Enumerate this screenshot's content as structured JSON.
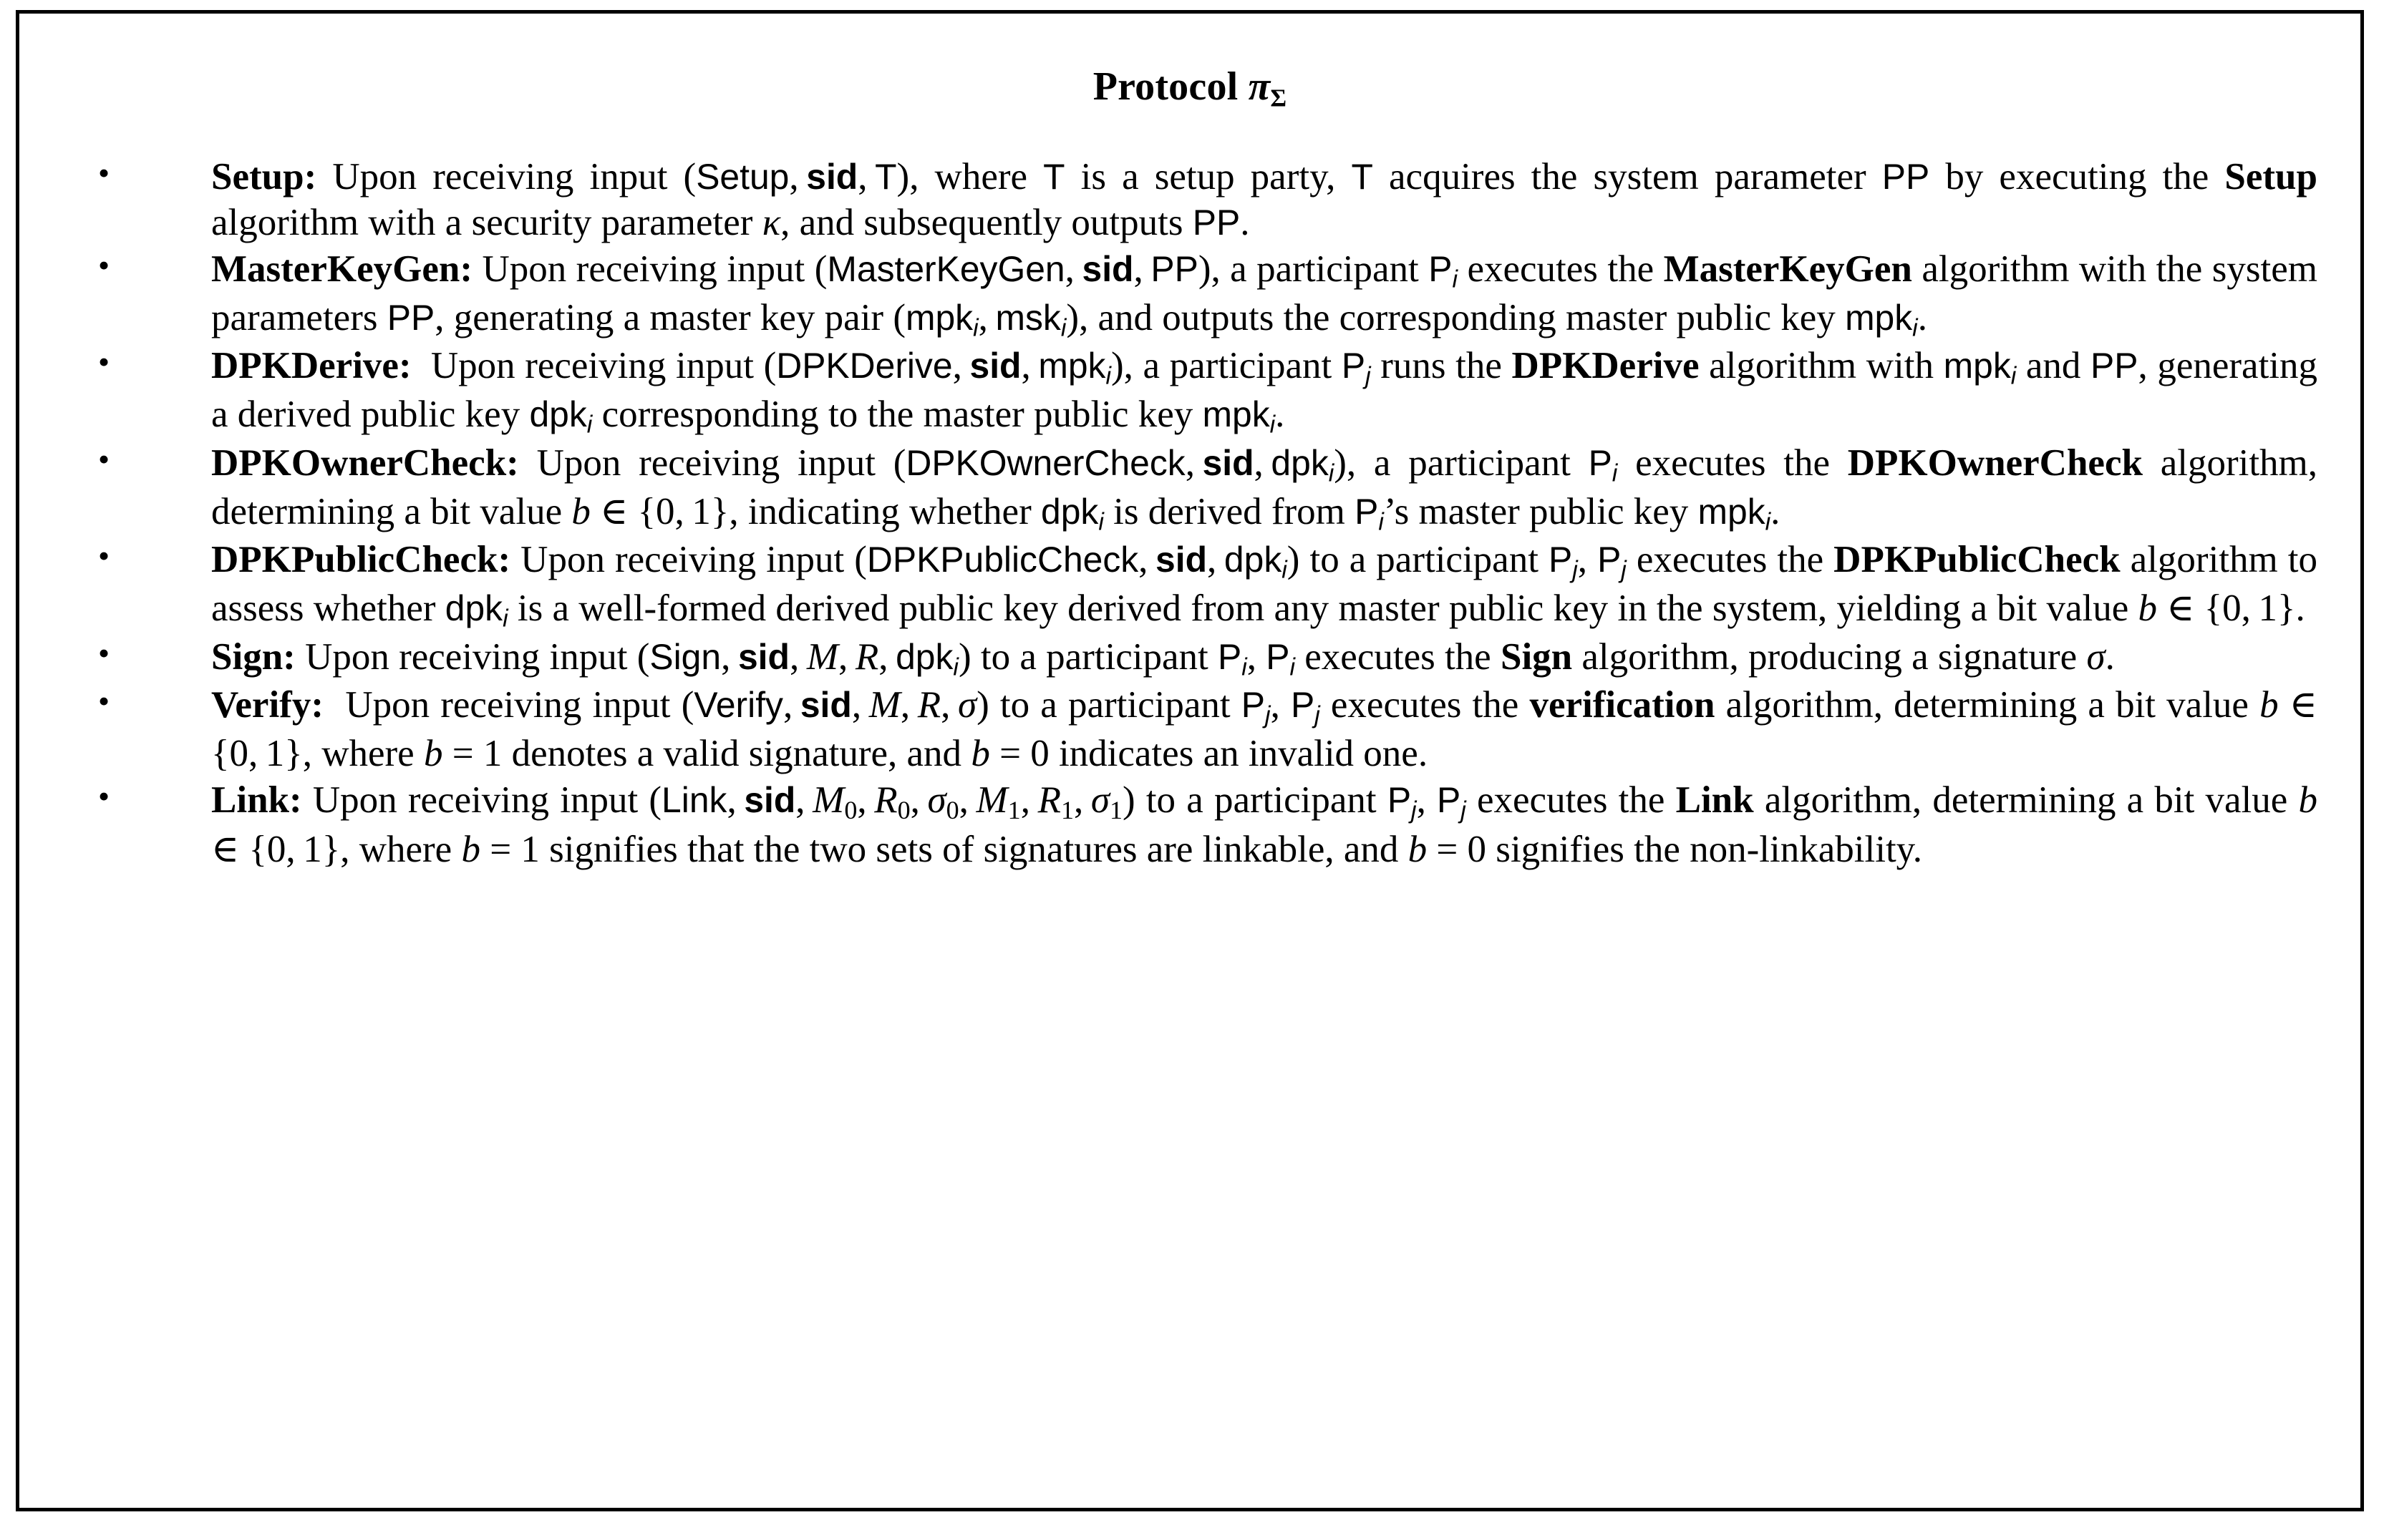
{
  "figure": {
    "title_prefix": "Protocol",
    "title_symbol": "π",
    "title_subscript": "Σ",
    "border_color": "#000000",
    "background_color": "#ffffff",
    "text_color": "#000000"
  },
  "items": [
    {
      "name": "setup",
      "term": "Setup:",
      "body_html": "Upon receiving input (<span class=\"sf\">Setup</span>, <span class=\"sf-b\">sid</span>, <span class=\"sf\">T</span>), where <span class=\"sf\">T</span> is a setup party, <span class=\"sf\">T</span> acquires the system parameter <span class=\"sf\">PP</span> by executing the <span class=\"b\">Setup</span> algorithm with a security parameter <span class=\"mathvar\">κ</span>, and subsequently outputs <span class=\"sf\">PP</span>."
    },
    {
      "name": "masterkeygen",
      "term": "MasterKeyGen:",
      "body_html": "Upon receiving input (<span class=\"sf\">MasterKeyGen</span>, <span class=\"sf-b\">sid</span>, <span class=\"sf\">PP</span>), a participant <span class=\"sf\">P<sub>i</sub></span> executes the <span class=\"b\">MasterKeyGen</span> algorithm with the system parameters <span class=\"sf\">PP</span>, generating a master key pair (<span class=\"sf\">mpk<sub>i</sub></span>, <span class=\"sf\">msk<sub>i</sub></span>), and outputs the corresponding master public key <span class=\"sf\">mpk<sub>i</sub></span>."
    },
    {
      "name": "dpkderive",
      "term": "DPKDerive:",
      "body_html": "Upon receiving input (<span class=\"sf\">DPKDerive</span>, <span class=\"sf-b\">sid</span>, <span class=\"sf\">mpk<sub>i</sub></span>), a participant <span class=\"sf\">P<sub>j</sub></span> runs the <span class=\"b\">DPKDerive</span> algorithm with <span class=\"sf\">mpk<sub>i</sub></span> and <span class=\"sf\">PP</span>, generating a derived public key <span class=\"sf\">dpk<sub>i</sub></span> corresponding to the master public key <span class=\"sf\">mpk<sub>i</sub></span>."
    },
    {
      "name": "dpkownercheck",
      "term": "DPKOwnerCheck:",
      "body_html": "Upon receiving input (<span class=\"sf\">DPKOwnerCheck</span>, <span class=\"sf-b\">sid</span>, <span class=\"sf\">dpk<sub>i</sub></span>), a participant <span class=\"sf\">P<sub>i</sub></span> executes the <span class=\"b\">DPKOwnerCheck</span> algorithm, determining a bit value <span class=\"mathvar\">b</span> ∈ {0, 1}, indicating whether <span class=\"sf\">dpk<sub>i</sub></span> is derived from <span class=\"sf\">P<sub>i</sub></span>’s master public key <span class=\"sf\">mpk<sub>i</sub></span>."
    },
    {
      "name": "dpkpubliccheck",
      "term": "DPKPublicCheck:",
      "body_html": "Upon receiving input (<span class=\"sf\">DPKPublicCheck</span>, <span class=\"sf-b\">sid</span>, <span class=\"sf\">dpk<sub>i</sub></span>) to a participant <span class=\"sf\">P<sub>j</sub></span>, <span class=\"sf\">P<sub>j</sub></span> executes the <span class=\"b\">DPKPublicCheck</span> algorithm to assess whether <span class=\"sf\">dpk<sub>i</sub></span> is a well-formed derived public key derived from any master public key in the system, yielding a bit value <span class=\"mathvar\">b</span> ∈ {0, 1}."
    },
    {
      "name": "sign",
      "term": "Sign:",
      "body_html": "Upon receiving input (<span class=\"sf\">Sign</span>, <span class=\"sf-b\">sid</span>, <span class=\"mathvar\">M</span>, <span class=\"mathvar\">R</span>, <span class=\"sf\">dpk<sub>i</sub></span>) to a participant <span class=\"sf\">P<sub>i</sub></span>, <span class=\"sf\">P<sub>i</sub></span> executes the <span class=\"b\">Sign</span> algorithm, producing a signature <span class=\"mathvar\">σ</span>."
    },
    {
      "name": "verify",
      "term": "Verify:",
      "body_html": "Upon receiving input (<span class=\"sf\">Verify</span>, <span class=\"sf-b\">sid</span>, <span class=\"mathvar\">M</span>, <span class=\"mathvar\">R</span>, <span class=\"mathvar\">σ</span>) to a participant <span class=\"sf\">P<sub>j</sub></span>, <span class=\"sf\">P<sub>j</sub></span> executes the <span class=\"b\">verification</span> algorithm, determining a bit value <span class=\"mathvar\">b</span> ∈ {0, 1}, where <span class=\"mathvar\">b</span> = 1 denotes a valid signature, and <span class=\"mathvar\">b</span> = 0 indicates an invalid one."
    },
    {
      "name": "link",
      "term": "Link:",
      "body_html": "Upon receiving input (<span class=\"sf\">Link</span>, <span class=\"sf-b\">sid</span>, <span class=\"mathvar\">M<sub class=\"num\">0</sub></span>, <span class=\"mathvar\">R<sub class=\"num\">0</sub></span>, <span class=\"mathvar\">σ<sub class=\"num\">0</sub></span>, <span class=\"mathvar\">M<sub class=\"num\">1</sub></span>, <span class=\"mathvar\">R<sub class=\"num\">1</sub></span>, <span class=\"mathvar\">σ<sub class=\"num\">1</sub></span>) to a participant <span class=\"sf\">P<sub>j</sub></span>, <span class=\"sf\">P<sub>j</sub></span> executes the <span class=\"b\">Link</span> algorithm, determining a bit value <span class=\"mathvar\">b</span> ∈ {0, 1}, where <span class=\"mathvar\">b</span> = 1 signifies that the two sets of signatures are linkable, and <span class=\"mathvar\">b</span> = 0 signifies the non-linkability."
    }
  ]
}
